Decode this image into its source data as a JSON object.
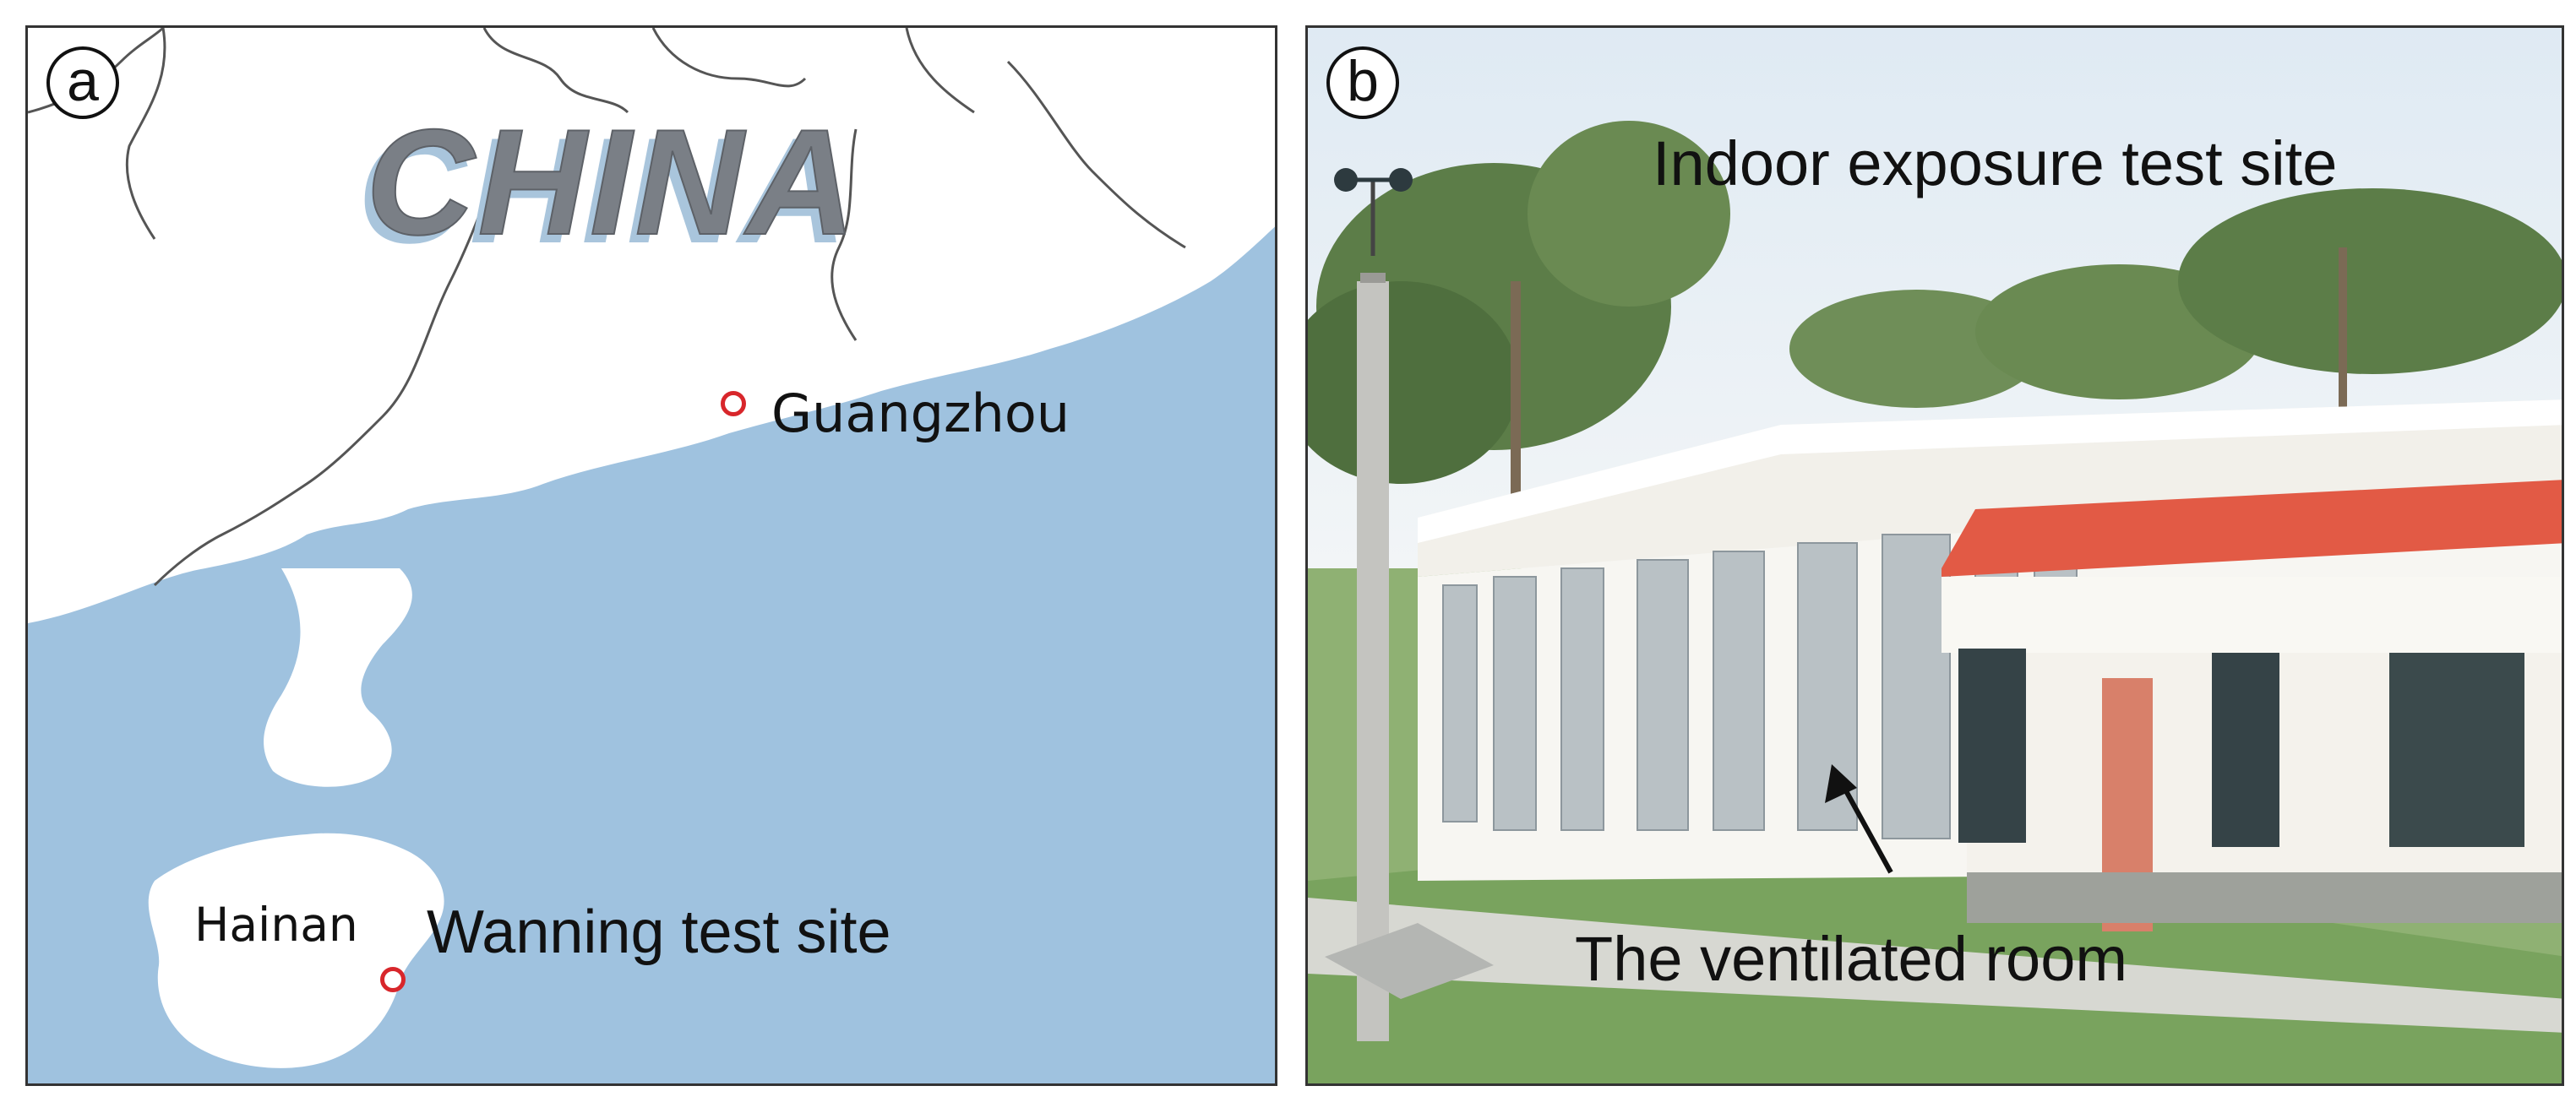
{
  "panel_a": {
    "badge": "a",
    "country": "CHINA",
    "places": {
      "guangzhou": "Guangzhou",
      "hainan": "Hainan",
      "wanning": "Wanning test site"
    },
    "colors": {
      "sea": "#9fc2df",
      "land": "#ffffff",
      "border": "#555555",
      "marker": "#d8262b"
    }
  },
  "panel_b": {
    "badge": "b",
    "title": "Indoor exposure test site",
    "annotation": "The ventilated room"
  }
}
